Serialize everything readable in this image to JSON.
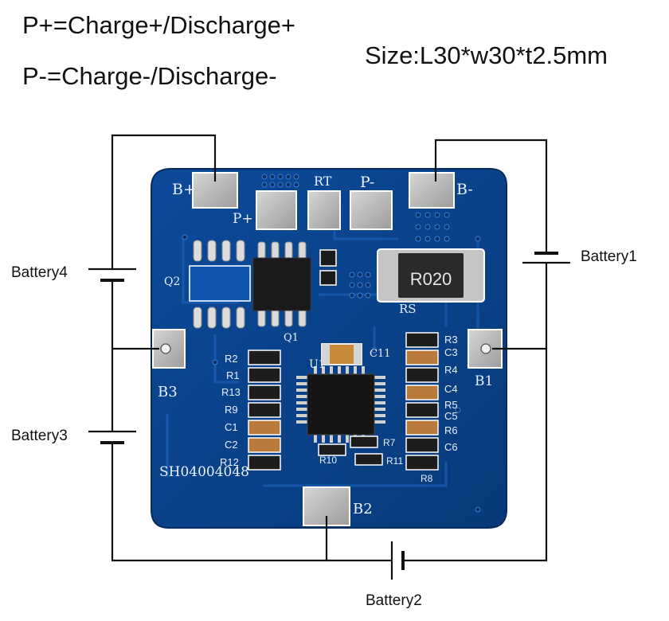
{
  "legend": {
    "p_plus": "P+=Charge+/Discharge+",
    "p_minus": "P-=Charge-/Discharge-"
  },
  "size_text": "Size:L30*w30*t2.5mm",
  "batteries": {
    "b1": "Battery1",
    "b2": "Battery2",
    "b3": "Battery3",
    "b4": "Battery4"
  },
  "board": {
    "pads": {
      "b_plus": "B+",
      "b_minus": "B-",
      "p_plus": "P+",
      "p_minus": "P-",
      "rt": "RT",
      "b1": "B1",
      "b2": "B2",
      "b3": "B3"
    },
    "shunt_value": "R020",
    "shunt_ref": "RS",
    "ic_refs": {
      "q1": "Q1",
      "q2": "Q2",
      "u1": "U1"
    },
    "left_refs": [
      "R2",
      "R1",
      "R13",
      "R9",
      "C1",
      "C2",
      "R12"
    ],
    "right_refs": [
      "R3",
      "C3",
      "R4",
      "C4",
      "R5",
      "C5",
      "R6",
      "C6"
    ],
    "bottom_refs": [
      "R10",
      "R11",
      "R7",
      "C11",
      "R8"
    ],
    "part_number": "SH04004048"
  },
  "colors": {
    "board_blue": "#0b3f86",
    "wire": "#111111",
    "pad": "#b9b9b9"
  }
}
